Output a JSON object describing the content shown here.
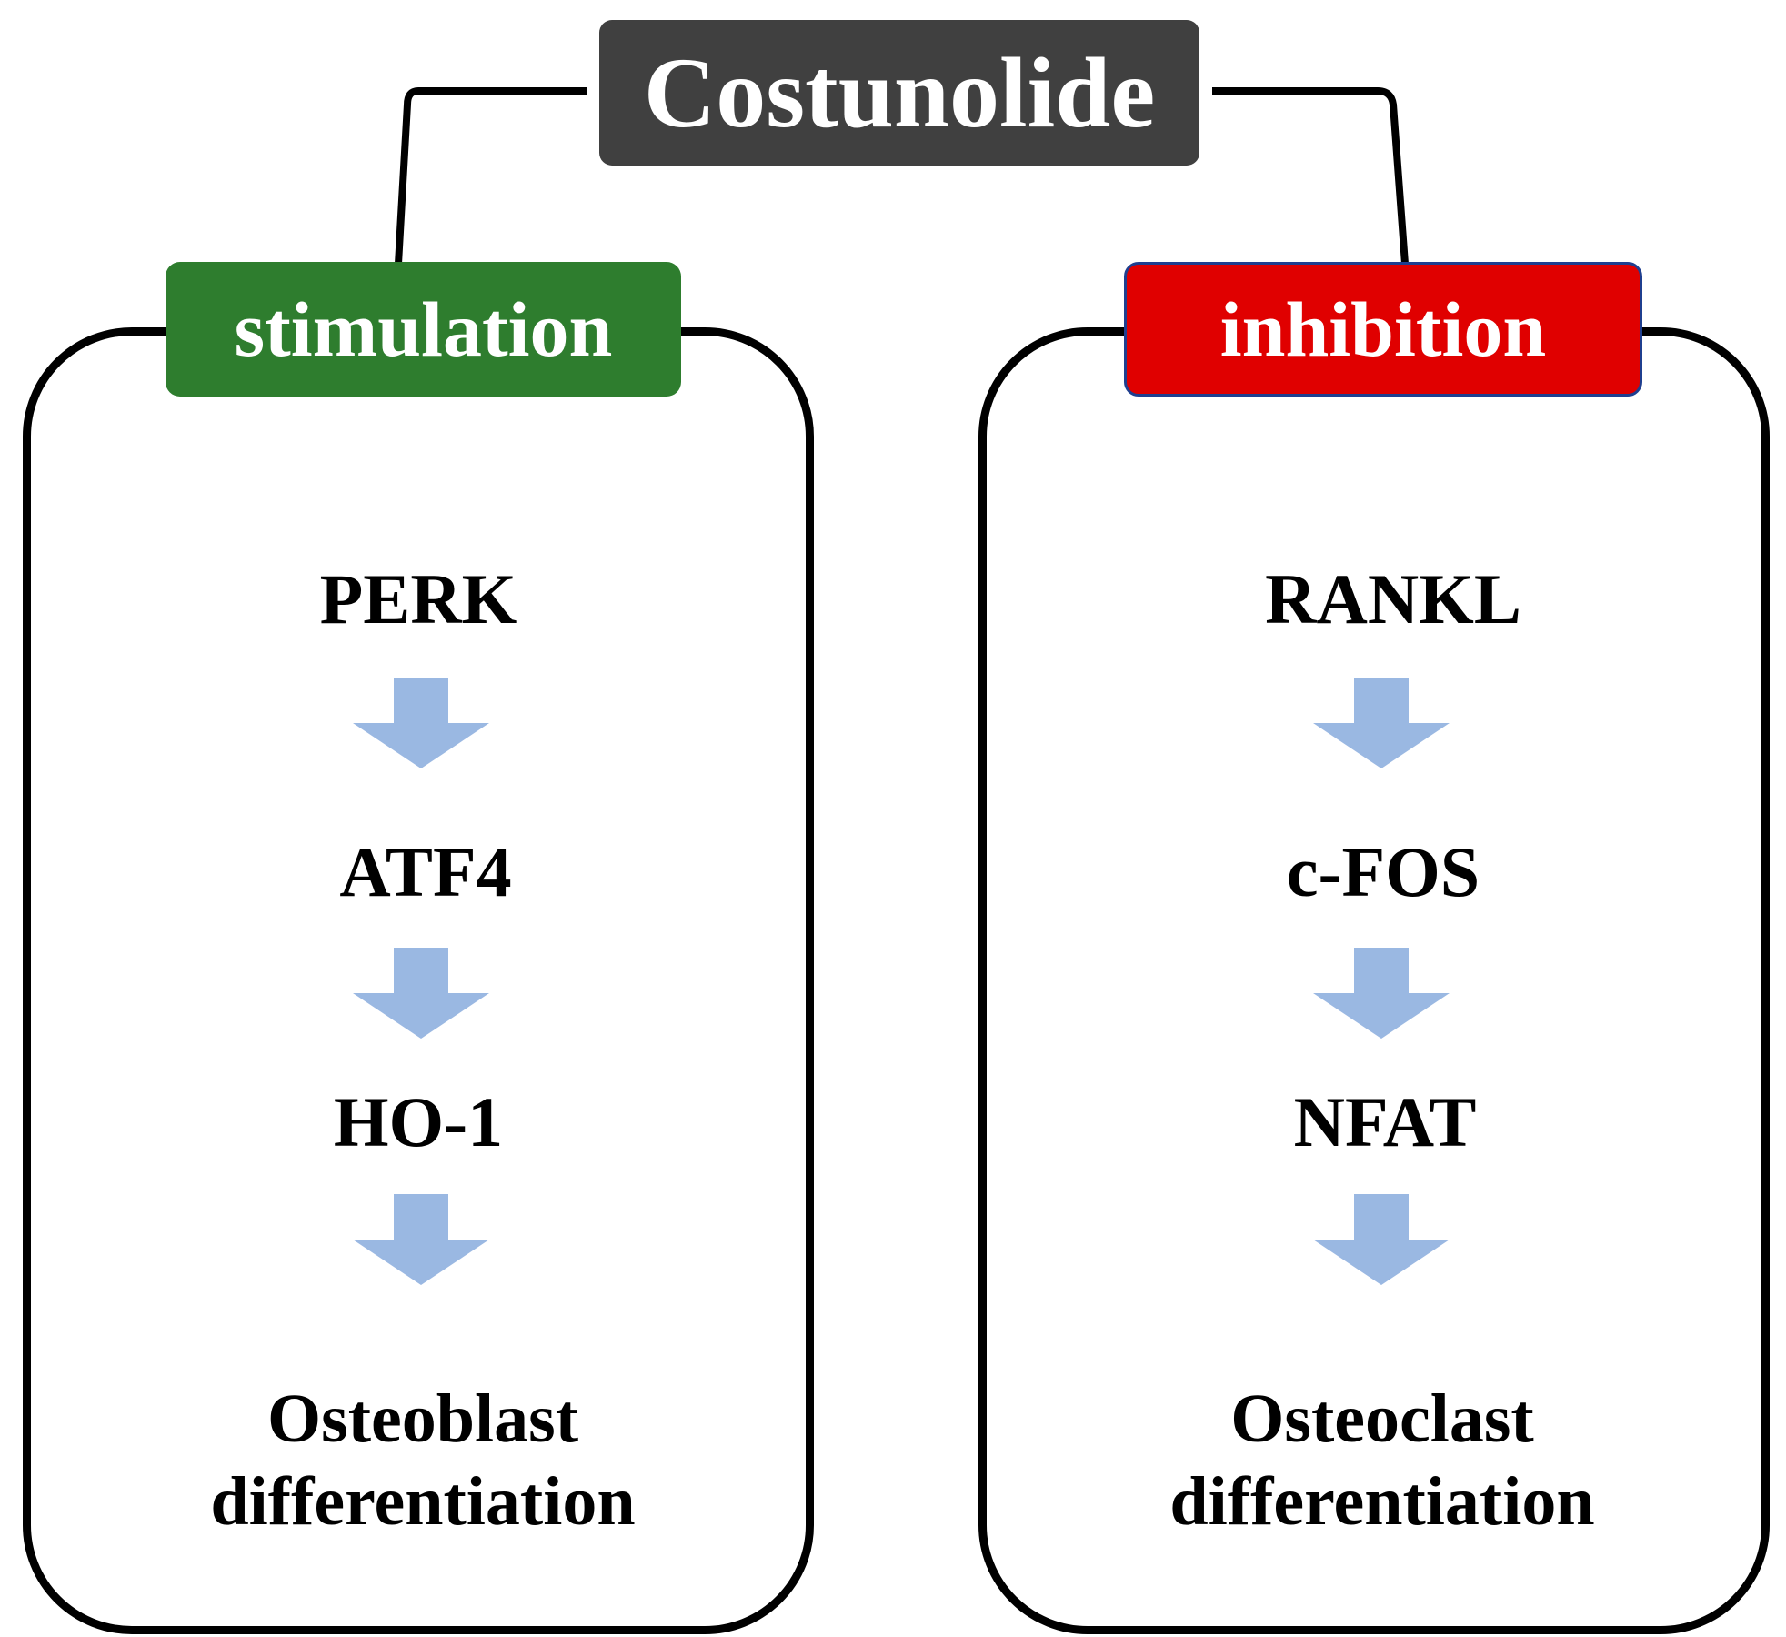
{
  "title": "Costunolide",
  "colors": {
    "title_bg": "#404040",
    "stimulation_bg": "#2e7d2e",
    "inhibition_bg": "#e00000",
    "arrow": "#9ab8e2",
    "outline": "#000000"
  },
  "branches": [
    {
      "label": "stimulation",
      "nodes": [
        "PERK",
        "ATF4",
        "HO-1"
      ],
      "outcome": [
        "Osteoblast",
        "differentiation"
      ]
    },
    {
      "label": "inhibition",
      "nodes": [
        "RANKL",
        "c-FOS",
        "NFAT"
      ],
      "outcome": [
        "Osteoclast",
        "differentiation"
      ]
    }
  ],
  "icons": {
    "flow_arrow": "down-arrow-icon"
  }
}
